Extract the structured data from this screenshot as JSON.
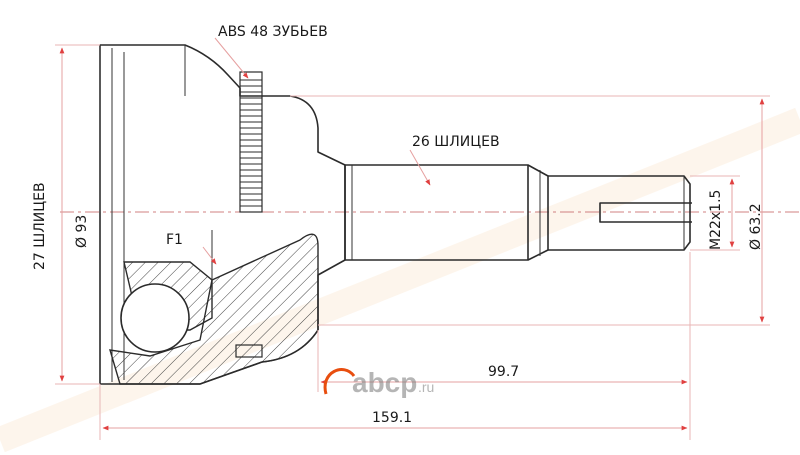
{
  "labels": {
    "abs": "ABS 48 ЗУБЬЕВ",
    "splines_shaft": "26 ШЛИЦЕВ",
    "splines_housing": "27 ШЛИЦЕВ",
    "dia_housing": "Ø 93",
    "thread": "M22x1.5",
    "dia_boot": "Ø 63.2",
    "f1": "F1",
    "len_shaft": "99.7",
    "len_total": "159.1"
  },
  "watermark": {
    "logo_text": "abcp",
    "logo_tld": ".ru"
  },
  "colors": {
    "line": "#2b2b2b",
    "dimension": "#e6a0a0",
    "arrow": "#e04040",
    "centerline": "#d08080",
    "logo_fill": "#e84e0f"
  }
}
